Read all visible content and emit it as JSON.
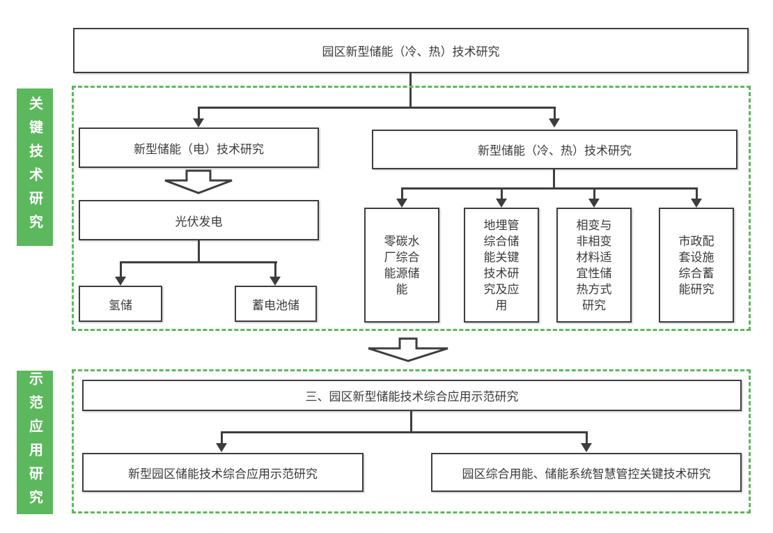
{
  "diagram": {
    "root": {
      "label": "园区新型储能（冷、热）技术研究"
    },
    "key_tech": {
      "side_label": "关键技术研究",
      "elec": {
        "header": "新型储能（电）技术研究",
        "pv": "光伏发电",
        "children": [
          "氢储",
          "蓄电池储"
        ]
      },
      "thermal": {
        "header": "新型储能（冷、热）技术研究",
        "children": [
          "零碳水厂综合能源储能",
          "地埋管综合储能关键技术研究及应用",
          "相变与非相变材料适宜性储热方式研究",
          "市政配套设施综合蓄能研究"
        ]
      }
    },
    "demo": {
      "side_label": "示范应用研究",
      "header": "三、园区新型储能技术综合应用示范研究",
      "children": [
        "新型园区储能技术综合应用示范研究",
        "园区综合用能、储能系统智慧管控关键技术研究"
      ]
    },
    "colors": {
      "accent_green": "#5cb85c",
      "line_dark": "#3d3d3d",
      "background": "#ffffff",
      "label_text": "#ffffff"
    }
  }
}
